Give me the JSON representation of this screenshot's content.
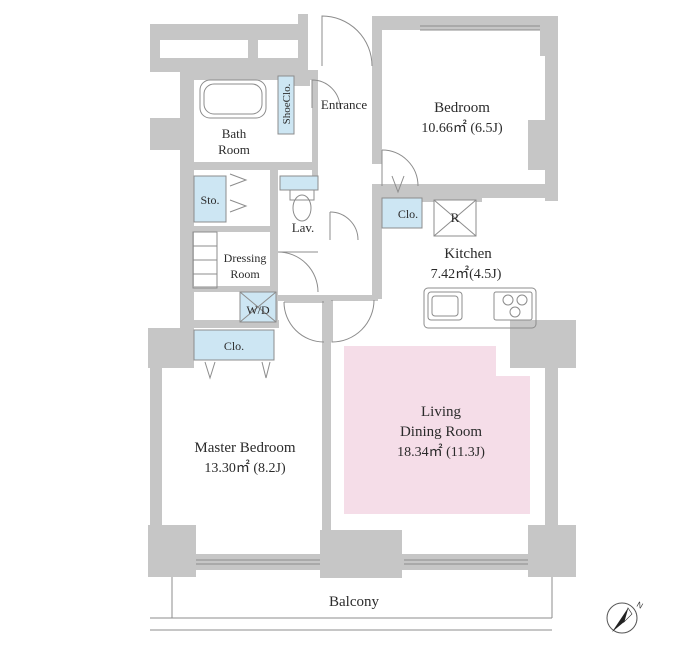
{
  "rooms": {
    "bedroom": {
      "name": "Bedroom",
      "area": "10.66㎡ (6.5J)"
    },
    "kitchen": {
      "name": "Kitchen",
      "area": "7.42㎡(4.5J)"
    },
    "living": {
      "name_line1": "Living",
      "name_line2": "Dining Room",
      "area": "18.34㎡ (11.3J)"
    },
    "master": {
      "name": "Master Bedroom",
      "area": "13.30㎡ (8.2J)"
    },
    "entrance": "Entrance",
    "bath": {
      "line1": "Bath",
      "line2": "Room"
    },
    "lav": "Lav.",
    "dressing": {
      "line1": "Dressing",
      "line2": "Room"
    },
    "balcony": "Balcony"
  },
  "storage": {
    "shoe_closet": "ShoeClo.",
    "sto": "Sto.",
    "closet_bedroom": "Clo.",
    "closet_master": "Clo.",
    "wd": "W/D",
    "fridge": "R"
  },
  "compass": "N",
  "colors": {
    "wall": "#c6c6c6",
    "storage_fill": "#cde6f3",
    "living_fill": "#f5dde8",
    "line": "#8c8c8c"
  }
}
